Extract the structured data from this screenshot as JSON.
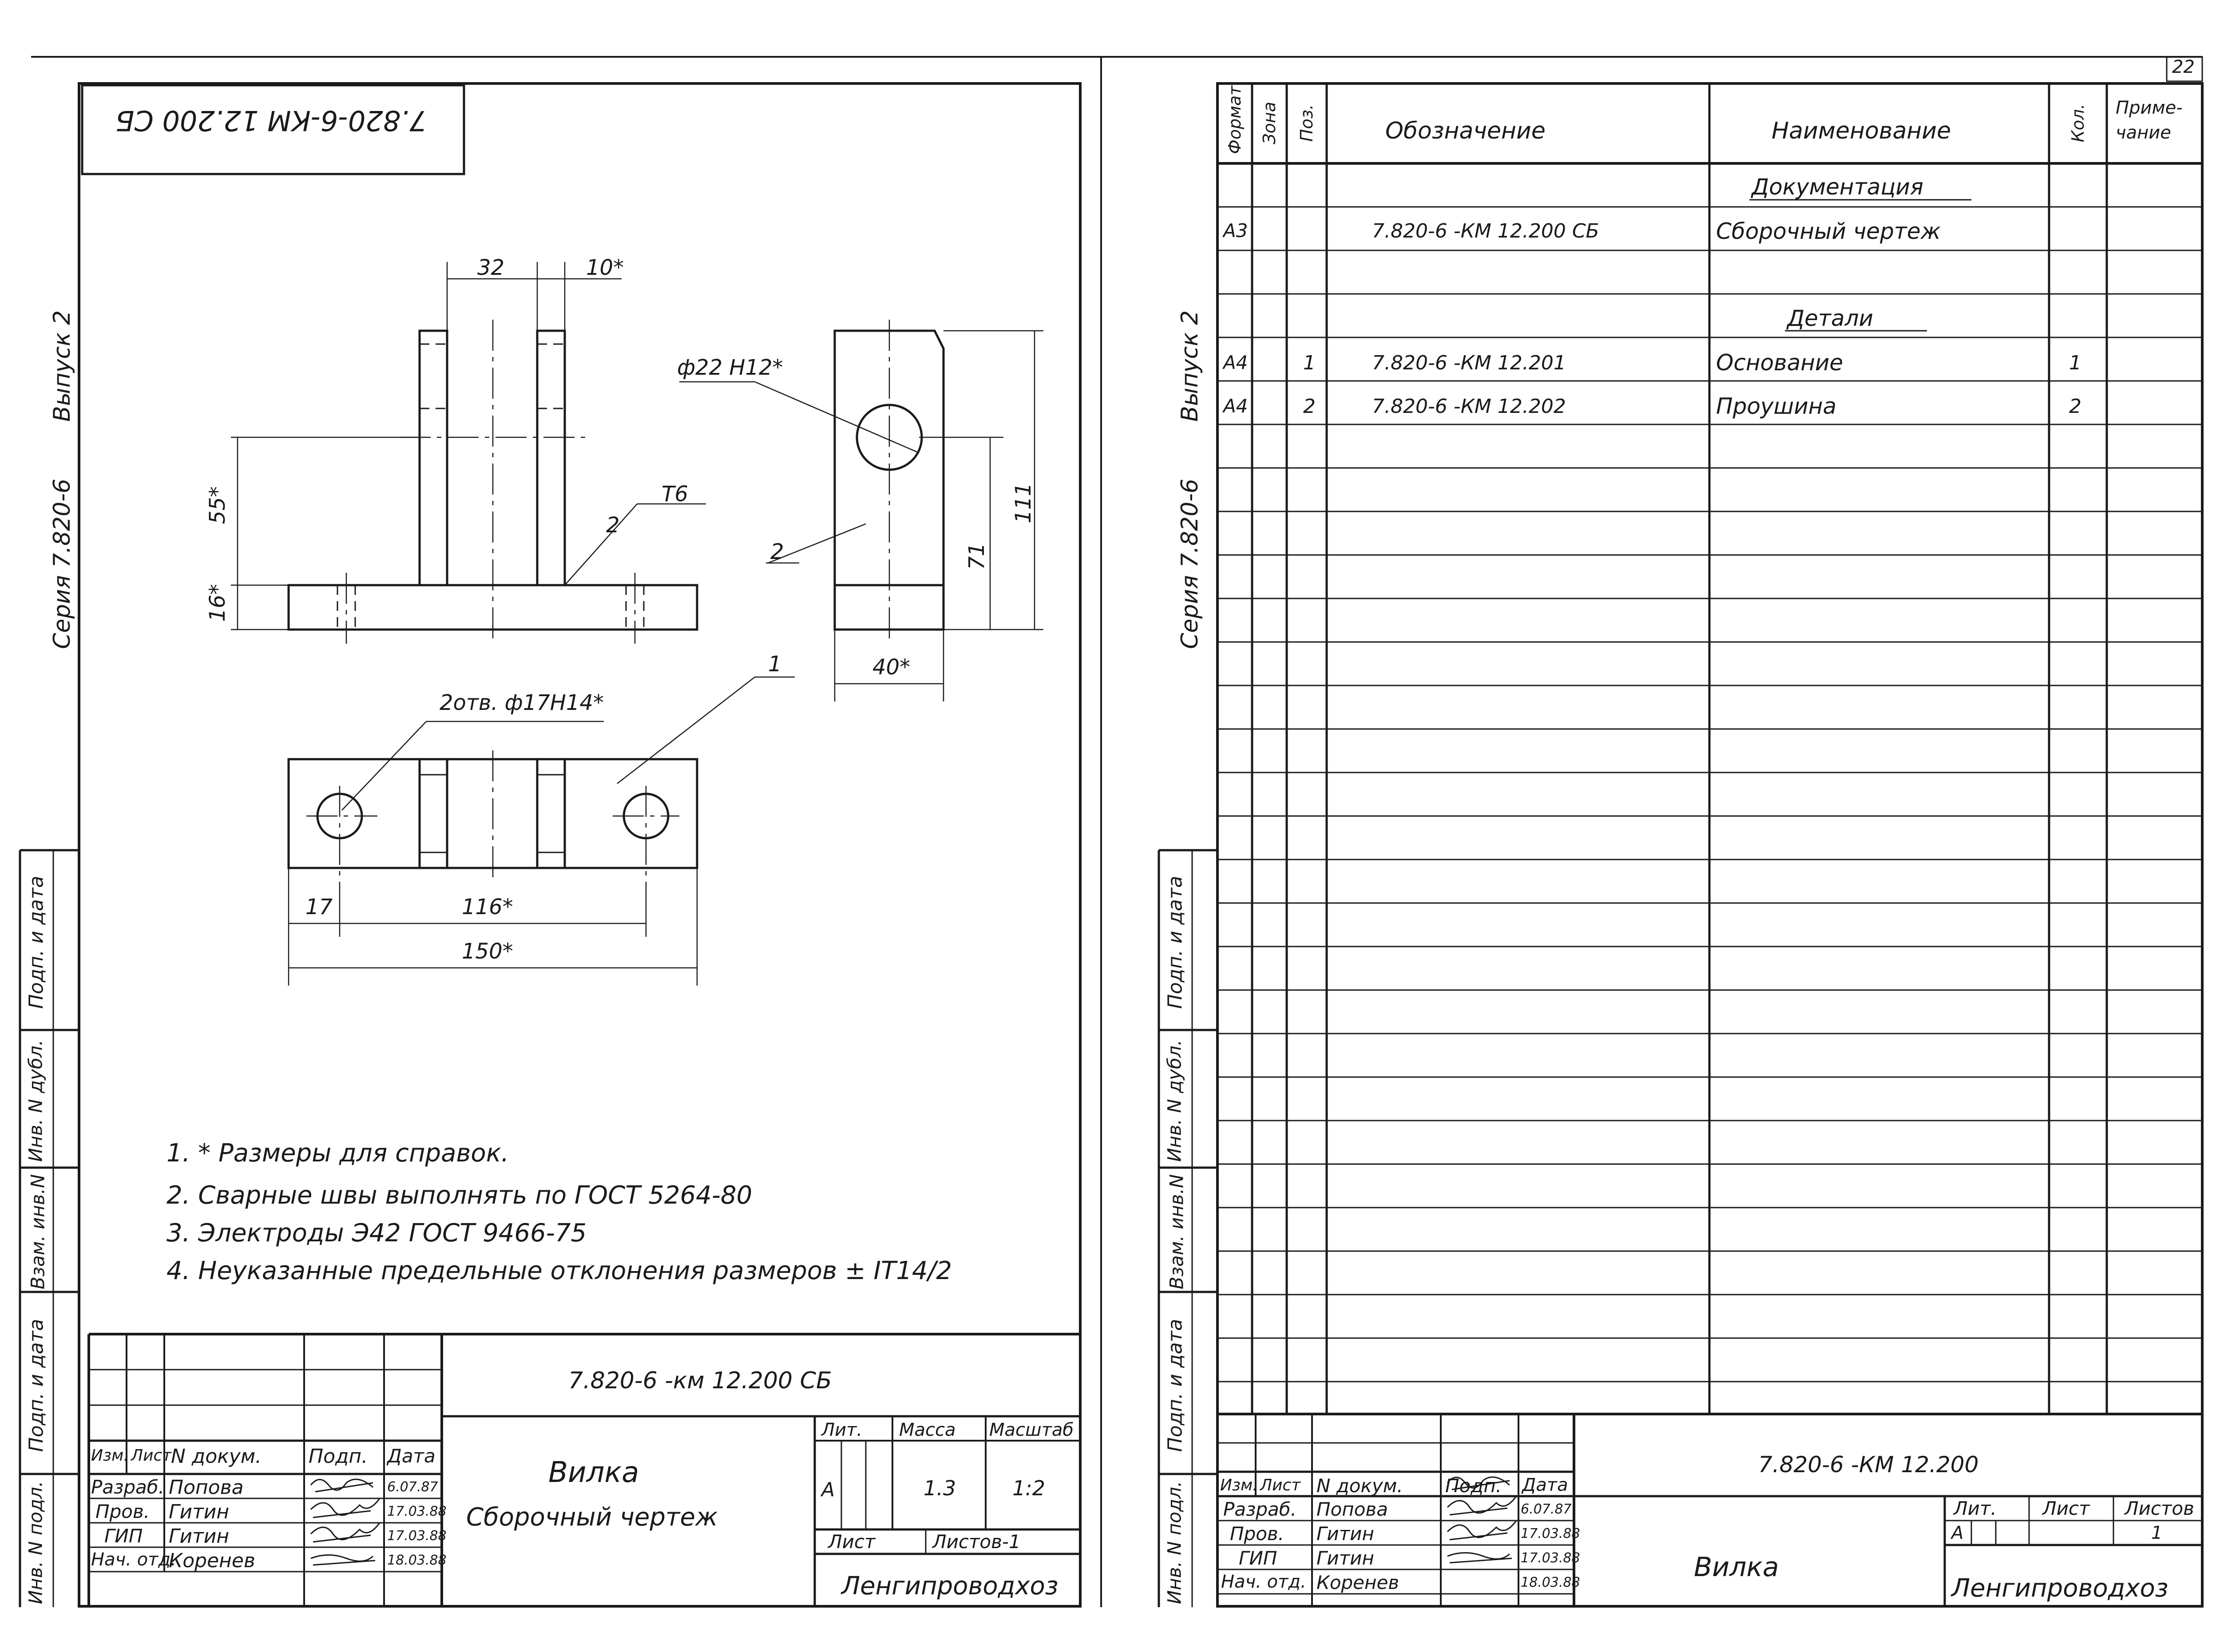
{
  "page_number": "22",
  "side": {
    "series": "Серия 7.820-6",
    "issue": "Выпуск 2"
  },
  "binding_labels": [
    "Подп. и дата",
    "Инв. N дубл.",
    "Взам. инв.N",
    "Подп. и дата",
    "Инв. N подл."
  ],
  "drawing": {
    "rotated_code": "7.820-6-КМ 12.200 СБ",
    "dims": {
      "d32": "32",
      "d10": "10*",
      "d55": "55*",
      "d16": "16*",
      "weld": "T6",
      "pos2": "2",
      "hole22": "ф22 H12*",
      "d71": "71",
      "d111": "111",
      "d40": "40*",
      "pos1": "1",
      "holes17": "2отв. ф17H14*",
      "d17": "17",
      "d116": "116*",
      "d150": "150*"
    },
    "notes": [
      "1. * Размеры для справок.",
      "2. Сварные швы выполнять по ГОСТ 5264-80",
      "3. Электроды Э42 ГОСТ 9466-75",
      "4. Неуказанные предельные отклонения размеров ± IT14/2"
    ],
    "title_block": {
      "code": "7.820-6 -км 12.200 СБ",
      "col_headers": [
        "Изм.",
        "Лист",
        "N докум.",
        "Подп.",
        "Дата"
      ],
      "rows": [
        {
          "role": "Разраб.",
          "name": "Попова",
          "date": "6.07.87"
        },
        {
          "role": "Пров.",
          "name": "Гитин",
          "date": "17.03.88"
        },
        {
          "role": "ГИП",
          "name": "Гитин",
          "date": "17.03.88"
        },
        {
          "role": "Нач. отд.",
          "name": "Коренев",
          "date": "18.03.88"
        }
      ],
      "title_line1": "Вилка",
      "title_line2": "Сборочный чертеж",
      "lit_label": "Лит.",
      "mass_label": "Масса",
      "scale_label": "Масштаб",
      "lit_value": "А",
      "mass_value": "1.3",
      "scale_value": "1:2",
      "sheet_label": "Лист",
      "sheets_label": "Листов-1",
      "org": "Ленгипроводхоз"
    }
  },
  "spec": {
    "headers": {
      "format": "Формат",
      "zone": "Зона",
      "pos": "Поз.",
      "designation": "Обозначение",
      "name": "Наименование",
      "qty": "Кол.",
      "note": "Приме-чание"
    },
    "section_docs": "Документация",
    "section_parts": "Детали",
    "rows": [
      {
        "format": "А3",
        "pos": "",
        "designation": "7.820-6 -КМ 12.200 СБ",
        "name": "Сборочный чертеж",
        "qty": ""
      },
      {
        "format": "А4",
        "pos": "1",
        "designation": "7.820-6 -КМ 12.201",
        "name": "Основание",
        "qty": "1"
      },
      {
        "format": "А4",
        "pos": "2",
        "designation": "7.820-6 -КМ 12.202",
        "name": "Проушина",
        "qty": "2"
      }
    ],
    "title_block": {
      "code": "7.820-6 -КМ 12.200",
      "col_headers": [
        "Изм.",
        "Лист",
        "N докум.",
        "Подп.",
        "Дата"
      ],
      "rows": [
        {
          "role": "Разраб.",
          "name": "Попова",
          "date": "6.07.87"
        },
        {
          "role": "Пров.",
          "name": "Гитин",
          "date": "17.03.88"
        },
        {
          "role": "ГИП",
          "name": "Гитин",
          "date": "17.03.88"
        },
        {
          "role": "Нач. отд.",
          "name": "Коренев",
          "date": "18.03.88"
        }
      ],
      "title": "Вилка",
      "lit_label": "Лит.",
      "sheet_label": "Лист",
      "sheets_label": "Листов",
      "lit_value": "А",
      "sheets_value": "1",
      "org": "Ленгипроводхоз"
    }
  }
}
